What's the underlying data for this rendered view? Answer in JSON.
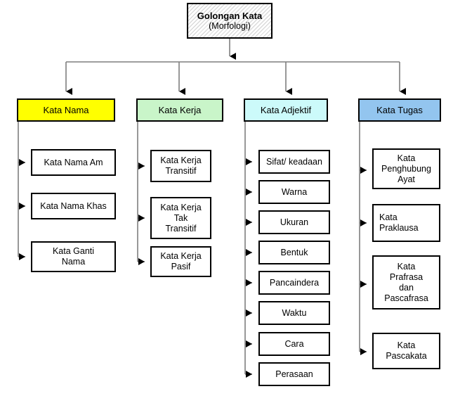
{
  "diagram": {
    "title_line1": "Golongan Kata",
    "title_line2": "(Morfologi)",
    "colors": {
      "kata_nama": "#FFFF00",
      "kata_kerja": "#C9F5C9",
      "kata_adjektif": "#CCFAFA",
      "kata_tugas": "#93C5EF",
      "box_border": "#000000",
      "connector": "#7F7F7F",
      "background": "#FFFFFF"
    },
    "root": {
      "label_line1": "Golongan Kata",
      "label_line2": "(Morfologi)"
    },
    "branches": [
      {
        "header": "Kata Nama",
        "color": "#FFFF00",
        "children": [
          {
            "label": "Kata Nama Am"
          },
          {
            "label": "Kata Nama Khas"
          },
          {
            "label": "Kata Ganti\nNama"
          }
        ]
      },
      {
        "header": "Kata Kerja",
        "color": "#C9F5C9",
        "children": [
          {
            "label": "Kata Kerja\nTransitif"
          },
          {
            "label": "Kata Kerja\nTak\nTransitif"
          },
          {
            "label": "Kata Kerja\nPasif"
          }
        ]
      },
      {
        "header": "Kata Adjektif",
        "color": "#CCFAFA",
        "children": [
          {
            "label": "Sifat/ keadaan"
          },
          {
            "label": "Warna"
          },
          {
            "label": "Ukuran"
          },
          {
            "label": "Bentuk"
          },
          {
            "label": "Pancaindera"
          },
          {
            "label": "Waktu"
          },
          {
            "label": "Cara"
          },
          {
            "label": "Perasaan"
          }
        ]
      },
      {
        "header": "Kata Tugas",
        "color": "#93C5EF",
        "children": [
          {
            "label": "Kata\nPenghubung\nAyat"
          },
          {
            "label": "Kata\nPraklausa"
          },
          {
            "label": "Kata\nPrafrasa\ndan\nPascafrasa"
          },
          {
            "label": "Kata\nPascakata"
          }
        ]
      }
    ]
  }
}
